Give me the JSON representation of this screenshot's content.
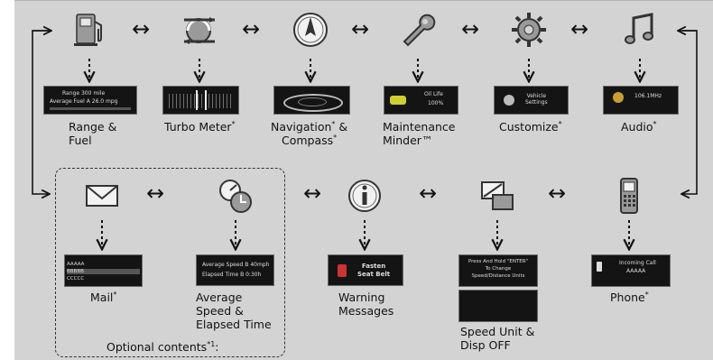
{
  "diagram": {
    "bidirectional_arrow": "↔",
    "nodes": [
      {
        "id": "range-fuel",
        "label": "Range &\nFuel",
        "icon": "fuel-pump-icon",
        "screen": {
          "line1_label": "Range",
          "line1_value": "300",
          "line1_unit": "mile",
          "line2_label": "Average Fuel A",
          "line2_value": "26.0",
          "line2_unit": "mpg"
        }
      },
      {
        "id": "turbo-meter",
        "label": "Turbo Meter",
        "asterisk": "*",
        "icon": "turbo-icon",
        "screen": {}
      },
      {
        "id": "navigation-compass",
        "label": "Navigation",
        "asterisk": "*",
        "label_rest": " &\nCompass",
        "icon": "compass-icon",
        "screen": {}
      },
      {
        "id": "maintenance-minder",
        "label": "Maintenance\nMinder™",
        "icon": "wrench-icon",
        "screen": {
          "text": "Oil Life",
          "value": "100",
          "unit": "%"
        }
      },
      {
        "id": "customize",
        "label": "Customize",
        "asterisk": "*",
        "icon": "gear-icon",
        "screen": {
          "text": "Vehicle\nSettings"
        }
      },
      {
        "id": "audio",
        "label": "Audio",
        "asterisk": "*",
        "icon": "music-note-icon",
        "screen": {
          "text": "106.1",
          "unit": "MHz"
        }
      },
      {
        "id": "mail",
        "label": "Mail",
        "asterisk": "*",
        "icon": "envelope-icon",
        "screen": {
          "rows": [
            "AAAAA",
            "BBBBB",
            "CCCCC"
          ]
        }
      },
      {
        "id": "average-speed",
        "label": "Average\nSpeed &\nElapsed Time",
        "icon": "speed-time-icon",
        "screen": {
          "line1": "Average Speed B",
          "line1_value": "40",
          "line1_unit": "mph",
          "line2": "Elapsed Time B",
          "line2_value": "0:30",
          "line2_unit": "h"
        }
      },
      {
        "id": "warning-messages",
        "label": "Warning\nMessages",
        "icon": "info-icon",
        "screen": {
          "text": "Fasten\nSeat Belt"
        }
      },
      {
        "id": "speed-unit",
        "label": "Speed Unit &\nDisp OFF",
        "icon": "screen-swap-icon",
        "screen": {
          "text": "Press And Hold \"ENTER\"\nTo Change\nSpeed/Distance Units"
        }
      },
      {
        "id": "phone",
        "label": "Phone",
        "asterisk": "*",
        "icon": "phone-icon",
        "screen": {
          "title": "Incoming Call",
          "caller": "AAAAA"
        }
      }
    ],
    "optional_contents_label": "Optional contents",
    "optional_contents_suffix": "*1",
    "optional_contents_colon": ":"
  }
}
